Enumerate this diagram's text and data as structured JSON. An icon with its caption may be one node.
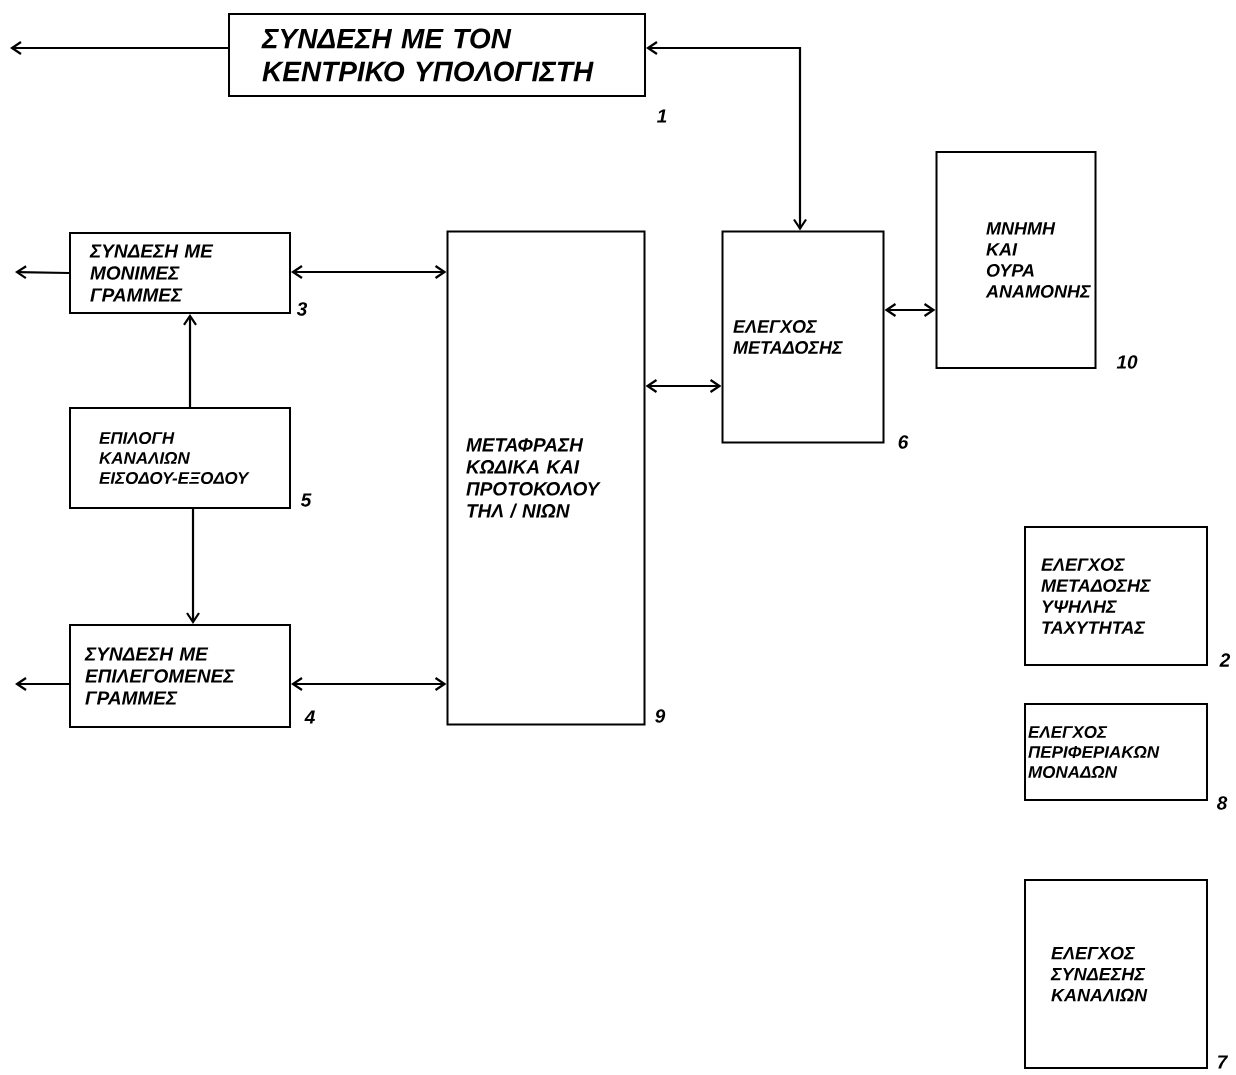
{
  "diagram": {
    "nodes": [
      {
        "text": [
          "ΣΥΝΔΕΣΗ ΜΕ ΤΟΝ ΚΕΝΤΡΙΚΟ ΥΠΟΛΟΓΙΣΤΗ"
        ],
        "beside": [
          "1"
        ]
      },
      {
        "text": [
          "ΣΥΝΔΕΣΗ ΜΕ ΜΟΝΙΜΕΣ ΓΡΑΜΜΕΣ"
        ],
        "beside": [
          "3"
        ]
      },
      {
        "text": [
          "ΜΕΤΑΦΡΑΣΗ ΚΩΔΙΚΑ ΚΑΙ ΠΡΟΤΟΚΟΛΟΥ ΤΗΛ / ΝΙΩΝ"
        ],
        "beside": [
          "9"
        ]
      },
      {
        "text": [
          "ΕΛΕΓΧΟΣ ΜΕΤΑΔΟΣΗΣ"
        ],
        "beside": [
          "6"
        ]
      },
      {
        "text": [
          "ΜΝΗΜΗ ΚΑΙ ΟΥΡΑ ΑΝΑΜΟΝΗΣ"
        ],
        "beside": [
          "10"
        ]
      },
      {
        "text": [
          "ΕΠΙΛΟΓΗ ΚΑΝΑΛΙΩΝ ΕΙΣΟΔΟΥ-ΕΞΟΔΟΥ"
        ],
        "beside": [
          "5"
        ]
      },
      {
        "text": [
          "ΣΥΝΔΕΣΗ ΜΕ ΕΠΙΛΕΓΟΜΕΝΕΣ ΓΡΑΜΜΕΣ"
        ],
        "beside": [
          "4"
        ]
      },
      {
        "text": [
          "ΕΛΕΓΧΟΣ ΜΕΤΑΔΟΣΗΣ ΥΨΗΛΗΣ ΤΑΧΥΤΗΤΑΣ"
        ],
        "beside": [
          "2"
        ]
      },
      {
        "text": [
          "ΕΛΕΓΧΟΣ ΠΕΡΙΦΕΡΙΑΚΩΝ ΜΟΝΑΔΩΝ"
        ],
        "beside": [
          "8"
        ]
      },
      {
        "text": [
          "ΕΛΕΓΧΟΣ ΣΥΝΔΕΣΗΣ ΚΑΝΑΛΙΩΝ"
        ],
        "beside": [
          "7"
        ]
      }
    ],
    "edges": [
      {
        "from": 0,
        "to": null,
        "arrow": "to"
      },
      {
        "from": 0,
        "to": 3,
        "arrow": "both"
      },
      {
        "from": 1,
        "to": null,
        "arrow": "to"
      },
      {
        "from": 1,
        "to": 2,
        "arrow": "both"
      },
      {
        "from": 5,
        "to": 1,
        "arrow": "to"
      },
      {
        "from": 5,
        "to": 6,
        "arrow": "to"
      },
      {
        "from": 6,
        "to": null,
        "arrow": "to"
      },
      {
        "from": 6,
        "to": 2,
        "arrow": "both"
      },
      {
        "from": 2,
        "to": 3,
        "arrow": "both"
      },
      {
        "from": 3,
        "to": 4,
        "arrow": "both"
      }
    ]
  }
}
